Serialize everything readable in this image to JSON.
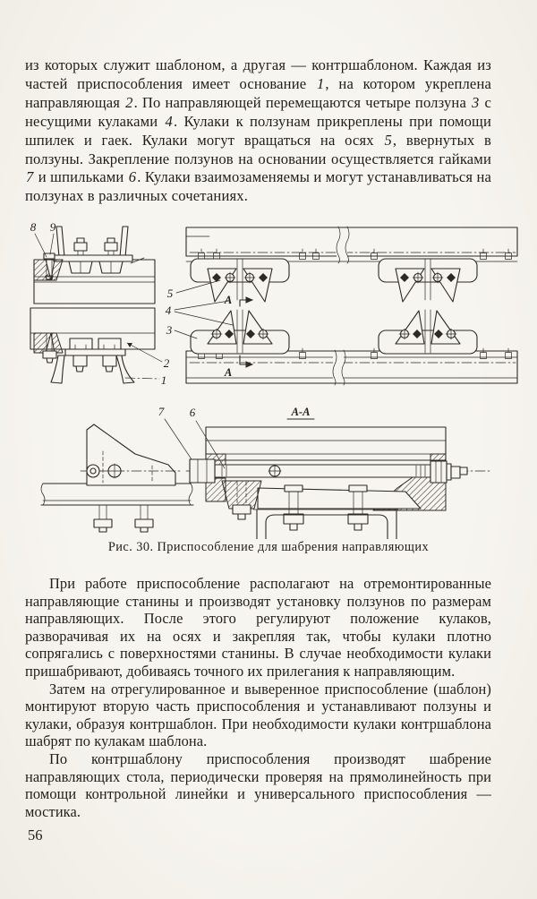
{
  "page": {
    "number": "56"
  },
  "text": {
    "p1": "из которых служит шаблоном, а другая — контршаблоном. Каждая из частей приспособления имеет основание <i>1</i>, на котором укреплена направляющая <i>2</i>. По направляющей перемещаются четыре ползуна <i>3</i> с несущими кулаками <i>4</i>. Кулаки к ползунам прикреплены при помощи шпилек и гаек. Кулаки могут вращаться на осях <i>5</i>, ввернутых в ползуны. Закрепление ползунов на основании осуществляется гайками <i>7</i> и шпильками <i>6</i>. Кулаки взаимозаменяемы и могут устанавливаться на ползунах в различных сочетаниях.",
    "p2": "При работе приспособление располагают на отремонтированные направляющие станины и производят установку ползунов по размерам направляющих. После этого регулируют положение кулаков, разворачивая их на осях и закрепляя так, чтобы кулаки плотно сопрягались с поверхностями станины. В случае необходимости кулаки пришабривают, добиваясь точного их прилегания к направляющим.",
    "p3": "Затем на отрегулированное и выверенное приспособление (шаблон) монтируют вторую часть приспособления и устанавливают ползуны и кулаки, образуя контршаблон. При необходимости кулаки контршаблона шабрят по кулакам шаблона.",
    "p4": "По контршаблону приспособления производят шабрение направляющих стола, периодически проверяя на прямолинейность при помощи контрольной линейки и универсального приспособления — мостика."
  },
  "figure": {
    "caption": "Рис. 30. Приспособление для шабрения направляющих",
    "callouts": {
      "c1": "1",
      "c2": "2",
      "c3": "3",
      "c4": "4",
      "c5": "5",
      "c6": "6",
      "c7": "7",
      "c8": "8",
      "c9": "9",
      "section_mark": "А",
      "section_label": "А-А"
    }
  }
}
